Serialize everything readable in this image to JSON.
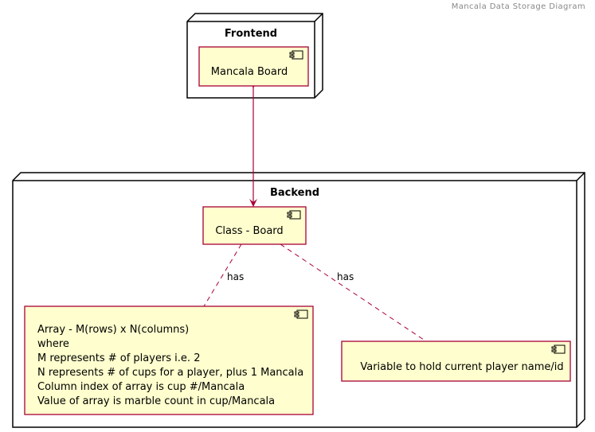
{
  "header": "Mancala Data Storage Diagram",
  "nodes": {
    "frontend": {
      "title": "Frontend"
    },
    "backend": {
      "title": "Backend"
    }
  },
  "components": {
    "mancala_board": {
      "label": "Mancala Board"
    },
    "class_board": {
      "label": "Class - Board"
    },
    "array": {
      "lines": [
        "Array - M(rows) x N(columns)",
        "where",
        "M represents # of players i.e. 2",
        "N represents # of cups for a player, plus 1 Mancala",
        "Column index of array is cup #/Mancala",
        "Value of array is marble count in cup/Mancala"
      ]
    },
    "variable": {
      "label": "Variable to hold current player name/id"
    }
  },
  "relations": {
    "has_array": "has",
    "has_variable": "has"
  },
  "colors": {
    "component_fill": "#FEFECE",
    "component_stroke": "#A80036",
    "arrow": "#A80036",
    "node_fill": "#FFFFFF",
    "node_stroke": "#000000"
  }
}
